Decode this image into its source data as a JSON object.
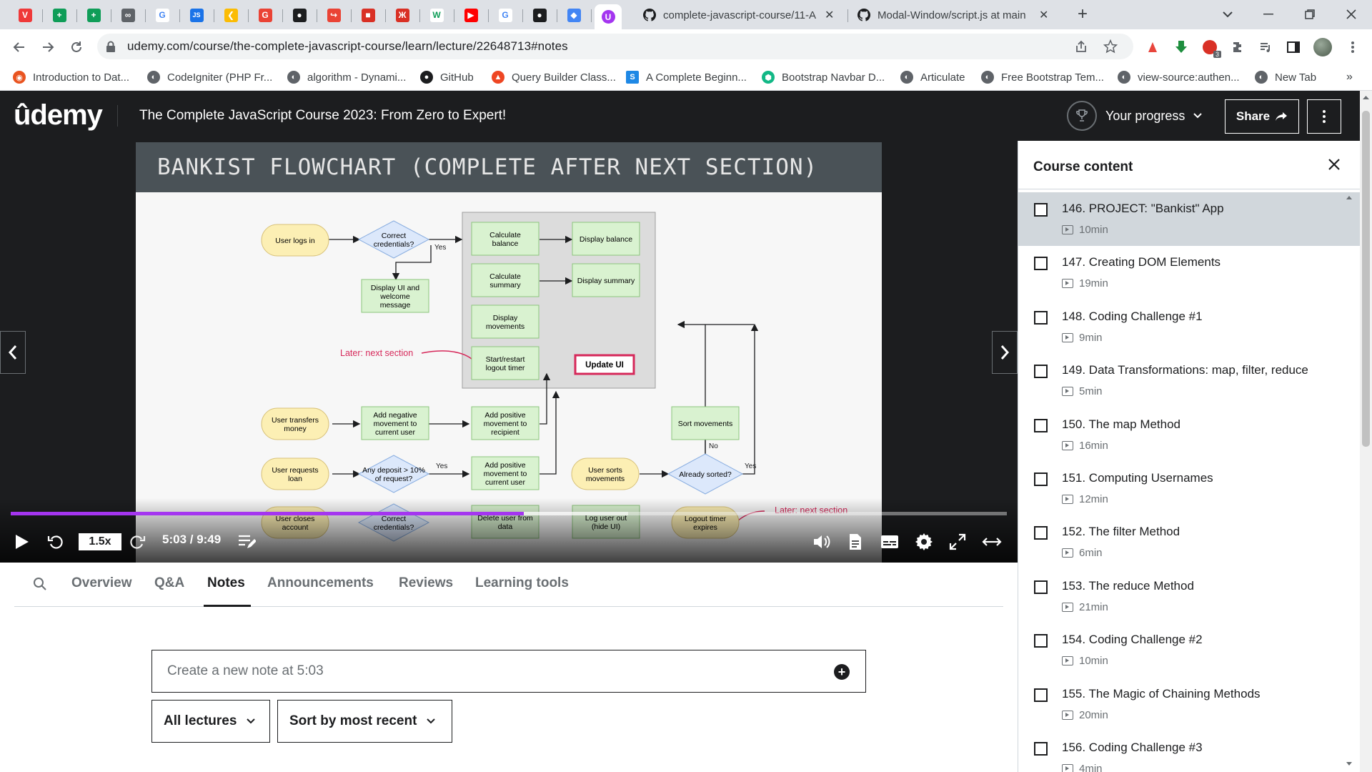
{
  "browser": {
    "pinned_tab_icons": [
      "vivaldi-icon",
      "sheets-icon",
      "sheets-icon",
      "link-icon",
      "google-icon",
      "js-icon",
      "code-icon",
      "g-red-icon",
      "github-icon",
      "redirect-icon",
      "shield-red-icon",
      "runner-icon",
      "w-icon",
      "youtube-icon",
      "google-icon",
      "github-icon",
      "chat-icon",
      "udemy-icon"
    ],
    "tabs": [
      {
        "title": "complete-javascript-course/11-A",
        "icon": "github-icon"
      },
      {
        "title": "Modal-Window/script.js at main",
        "icon": "github-icon"
      }
    ],
    "new_tab_label": "+",
    "url": "udemy.com/course/the-complete-javascript-course/learn/lecture/22648713#notes",
    "bookmarks": [
      {
        "label": "Introduction to Dat...",
        "icon": "ubuntu-icon",
        "color": "#e95420"
      },
      {
        "label": "CodeIgniter (PHP Fr...",
        "icon": "globe-icon",
        "color": "#5f6368"
      },
      {
        "label": "algorithm - Dynami...",
        "icon": "globe-icon",
        "color": "#5f6368"
      },
      {
        "label": "GitHub",
        "icon": "github-icon",
        "color": "#1c1d1f"
      },
      {
        "label": "Query Builder Class...",
        "icon": "flame-icon",
        "color": "#ee4623"
      },
      {
        "label": "A Complete Beginn...",
        "icon": "s-icon",
        "color": "#1e88e5"
      },
      {
        "label": "Bootstrap Navbar D...",
        "icon": "hex-icon",
        "color": "#12b886"
      },
      {
        "label": "Articulate",
        "icon": "globe-icon",
        "color": "#5f6368"
      },
      {
        "label": "Free Bootstrap Tem...",
        "icon": "globe-icon",
        "color": "#5f6368"
      },
      {
        "label": "view-source:authen...",
        "icon": "globe-icon",
        "color": "#5f6368"
      },
      {
        "label": "New Tab",
        "icon": "globe-icon",
        "color": "#5f6368"
      }
    ],
    "extension_badge": "3"
  },
  "header": {
    "logo": "ûdemy",
    "course_title": "The Complete JavaScript Course 2023: From Zero to Expert!",
    "progress_label": "Your progress",
    "share_label": "Share"
  },
  "video": {
    "slide_title": "BANKIST FLOWCHART (COMPLETE AFTER NEXT SECTION)",
    "speed": "1.5x",
    "time": "5:03 / 9:49",
    "progress_fraction": 0.515,
    "buffer_fraction": 0.62,
    "flowchart": {
      "user_logs_in": "User logs in",
      "correct_credentials": [
        "Correct",
        "credentials?"
      ],
      "yes": "Yes",
      "no": "No",
      "display_ui": [
        "Display UI and",
        "welcome",
        "message"
      ],
      "calc_balance": [
        "Calculate",
        "balance"
      ],
      "display_balance": "Display balance",
      "calc_summary": [
        "Calculate",
        "summary"
      ],
      "display_summary": "Display summary",
      "display_movements": [
        "Display",
        "movements"
      ],
      "start_timer": [
        "Start/restart",
        "logout timer"
      ],
      "update_ui": "Update UI",
      "later_next_section": "Later: next section",
      "user_transfers": [
        "User transfers",
        "money"
      ],
      "add_negative": [
        "Add ",
        "negative",
        "movement to",
        "current user"
      ],
      "add_positive_recipient": [
        "Add ",
        "positive",
        "movement to",
        "recipient"
      ],
      "sort_movements": "Sort movements",
      "user_requests_loan": [
        "User requests",
        "loan"
      ],
      "any_deposit": [
        "Any deposit > 10%",
        "of request?"
      ],
      "add_positive_current": [
        "Add ",
        "positive",
        "movement to",
        "current user"
      ],
      "user_sorts": [
        "User sorts",
        "movements"
      ],
      "already_sorted": "Already sorted?",
      "user_closes": [
        "User closes",
        "account"
      ],
      "delete_user": [
        "Delete user from",
        "data"
      ],
      "log_user_out": [
        "Log user out",
        "(hide UI)"
      ],
      "logout_timer": [
        "Logout timer",
        "expires"
      ]
    }
  },
  "tabs": {
    "items": [
      "Overview",
      "Q&A",
      "Notes",
      "Announcements",
      "Reviews",
      "Learning tools"
    ],
    "active": "Notes"
  },
  "notes": {
    "placeholder": "Create a new note at 5:03",
    "filter_lectures": "All lectures",
    "sort": "Sort by most recent"
  },
  "sidebar": {
    "title": "Course content",
    "lectures": [
      {
        "title": "146. PROJECT: \"Bankist\" App",
        "duration": "10min",
        "current": true
      },
      {
        "title": "147. Creating DOM Elements",
        "duration": "19min"
      },
      {
        "title": "148. Coding Challenge #1",
        "duration": "9min"
      },
      {
        "title": "149. Data Transformations: map, filter, reduce",
        "duration": "5min"
      },
      {
        "title": "150. The map Method",
        "duration": "16min"
      },
      {
        "title": "151. Computing Usernames",
        "duration": "12min"
      },
      {
        "title": "152. The filter Method",
        "duration": "6min"
      },
      {
        "title": "153. The reduce Method",
        "duration": "21min"
      },
      {
        "title": "154. Coding Challenge #2",
        "duration": "10min"
      },
      {
        "title": "155. The Magic of Chaining Methods",
        "duration": "20min"
      },
      {
        "title": "156. Coding Challenge #3",
        "duration": "4min"
      }
    ]
  },
  "colors": {
    "accent": "#a435f0",
    "dark": "#1c1d1f",
    "highlight_red": "#d6285a",
    "flow_yellow": "#fcefb4",
    "flow_green": "#d9f2d0",
    "flow_blue": "#dce8fb"
  }
}
